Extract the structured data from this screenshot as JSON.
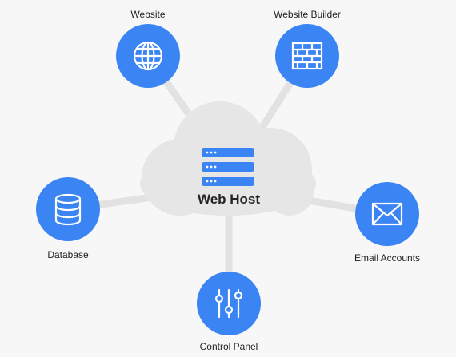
{
  "center": {
    "title": "Web Host",
    "icon": "server-icon"
  },
  "nodes": [
    {
      "id": "website",
      "label": "Website",
      "icon": "globe-icon"
    },
    {
      "id": "website-builder",
      "label": "Website Builder",
      "icon": "brick-wall-icon"
    },
    {
      "id": "database",
      "label": "Database",
      "icon": "database-icon"
    },
    {
      "id": "email-accounts",
      "label": "Email Accounts",
      "icon": "envelope-icon"
    },
    {
      "id": "control-panel",
      "label": "Control Panel",
      "icon": "sliders-icon"
    }
  ],
  "colors": {
    "node_fill": "#3a84f3",
    "connector": "#e2e2e2",
    "cloud": "#e6e6e6",
    "background": "#f7f7f7",
    "icon": "#ffffff"
  }
}
